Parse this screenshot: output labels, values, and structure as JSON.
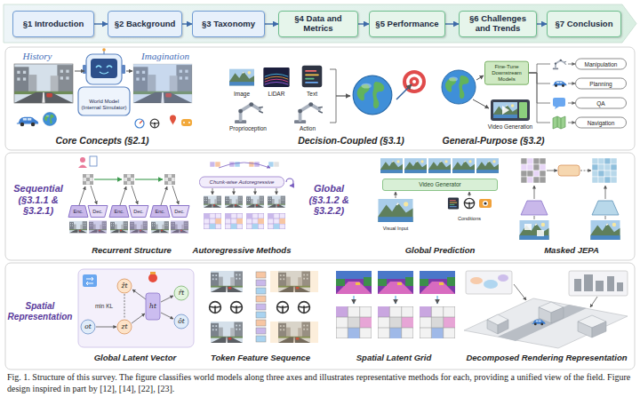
{
  "diagram": {
    "caption": "Fig. 1. Structure of this survey. The figure classifies world models along three axes and illustrates representative methods for each, providing a unified view of the field. Figure design inspired in part by [12], [14], [22], [23].",
    "nodes": [
      {
        "text": [
          "§1 Introduction"
        ]
      },
      {
        "text": [
          "§2 Background"
        ]
      },
      {
        "text": [
          "§3 Taxonomy"
        ]
      },
      {
        "text": [
          "§4 Data and Metrics"
        ]
      },
      {
        "text": [
          "§5 Performance"
        ]
      },
      {
        "text": [
          "§6 Challenges and Trends"
        ]
      },
      {
        "text": [
          "§7 Conclusion"
        ]
      },
      {
        "text": [
          "Fine-Tune Downstream Models"
        ]
      },
      {
        "text": [
          "Manipulation"
        ]
      },
      {
        "text": [
          "Planning"
        ]
      },
      {
        "text": [
          "QA"
        ]
      },
      {
        "text": [
          "Navigation"
        ]
      },
      {
        "text": [
          "Enc."
        ]
      },
      {
        "text": [
          "Dec."
        ]
      },
      {
        "text": [
          "Enc."
        ]
      },
      {
        "text": [
          "Dec."
        ]
      },
      {
        "text": [
          "Enc."
        ]
      },
      {
        "text": [
          "Dec."
        ]
      },
      {
        "text": [
          "Chunk-wise Autoregressive"
        ]
      },
      {
        "text": [
          "Video Generator"
        ]
      }
    ],
    "edges": [
      {
        "from": 0,
        "to": 1,
        "arrow": "to"
      },
      {
        "from": 1,
        "to": 2,
        "arrow": "to"
      },
      {
        "from": 2,
        "to": 3,
        "arrow": "to"
      },
      {
        "from": 3,
        "to": 4,
        "arrow": "to"
      },
      {
        "from": 4,
        "to": 5,
        "arrow": "to"
      },
      {
        "from": 5,
        "to": 6,
        "arrow": "to"
      },
      {
        "from": 7,
        "to": 8,
        "arrow": "to"
      },
      {
        "from": 7,
        "to": 9,
        "arrow": "to"
      },
      {
        "from": 7,
        "to": 10,
        "arrow": "to"
      },
      {
        "from": 7,
        "to": 11,
        "arrow": "to"
      }
    ],
    "labels": [
      "History",
      "Imagination",
      "World Model (Internal Simulator)",
      "Core Concepts (§2.1)",
      "Image",
      "LiDAR",
      "Text",
      "Proprioception",
      "Action",
      "Decision-Coupled (§3.1)",
      "Video Generation",
      "General-Purpose (§3.2)",
      "Sequential (§3.1.1 & §3.2.1)",
      "Recurrent Structure",
      "Autoregressive Methods",
      "Global (§3.1.2 & §3.2.2)",
      "Visual Input",
      "Conditions",
      "Global Prediction",
      "Masked JEPA",
      "Spatial Representation",
      "ot",
      "ẑt",
      "zt",
      "ht",
      "r̂t",
      "ôt",
      "min KL",
      "Global Latent Vector",
      "Token Feature Sequence",
      "Spatial Latent Grid",
      "Decomposed Rendering Representation"
    ]
  }
}
